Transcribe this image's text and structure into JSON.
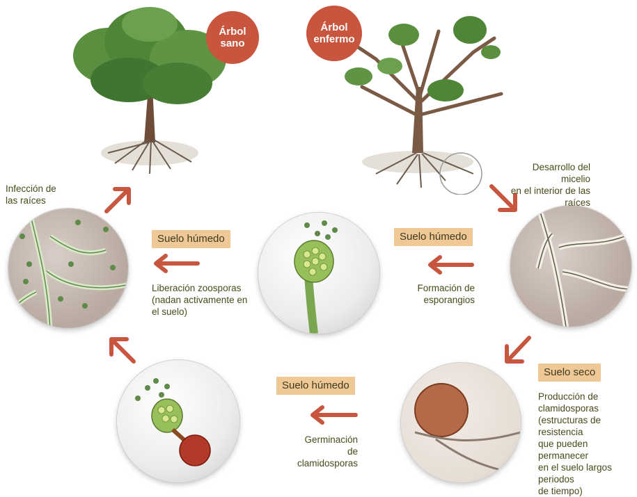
{
  "badges": {
    "healthy_tree": "Árbol\nsano",
    "sick_tree": "Árbol\nenfermo"
  },
  "tags": {
    "wet_soil_left": "Suelo húmedo",
    "wet_soil_center": "Suelo húmedo",
    "wet_soil_bottom": "Suelo húmedo",
    "dry_soil": "Suelo seco"
  },
  "captions": {
    "root_infection": "Infección de\nlas raíces",
    "zoospore_release": "Liberación zoosporas\n(nadan activamente en\nel suelo)",
    "sporangia_formation": "Formación de\nesporangios",
    "mycelium_development": "Desarrollo del micelio\nen el interior de las\nraíces",
    "chlamydospore_germination": "Germinación de\nclamidosporas",
    "chlamydospore_production": "Producción de\nclamidosporas\n(estructuras de resistencia\nque pueden permanecer\nen el suelo largos periodos\nde tiempo)"
  },
  "colors": {
    "accent": "#c8553d",
    "tag_bg": "#f0c896",
    "caption": "#4a4a1a",
    "foliage": "#4f8a3a",
    "trunk": "#7a5a44"
  }
}
